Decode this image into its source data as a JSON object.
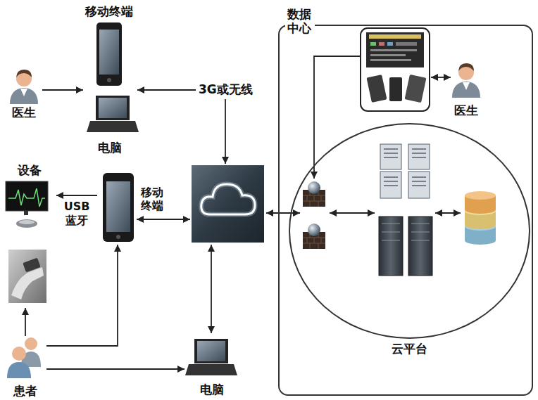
{
  "diagram": {
    "nodes": [
      {
        "text": [
          "医生"
        ]
      },
      {
        "text": [
          "移动终端"
        ]
      },
      {
        "text": [
          "电脑"
        ]
      },
      {
        "text": [
          "设备"
        ]
      },
      {
        "text": [
          "移动终端"
        ]
      },
      {
        "text": [
          "患者"
        ]
      },
      {
        "text": [
          "电脑"
        ]
      },
      {
        "text": [
          "数据中心"
        ]
      },
      {
        "text": [
          "医生"
        ],
        "in": 7
      },
      {
        "text": [
          "云平台"
        ],
        "in": 7
      }
    ],
    "edges": [
      {
        "from": 0,
        "to": 1,
        "arrow": "to"
      },
      {
        "from": 4,
        "to": 3,
        "label": "USB 蓝牙",
        "arrow": "to"
      },
      {
        "from": 5,
        "to": 4,
        "arrow": "to"
      },
      {
        "from": 5,
        "to": 6,
        "arrow": "to"
      },
      {
        "from": 5,
        "to": 3,
        "arrow": "to"
      }
    ],
    "labels": [
      "3G或无线"
    ]
  }
}
